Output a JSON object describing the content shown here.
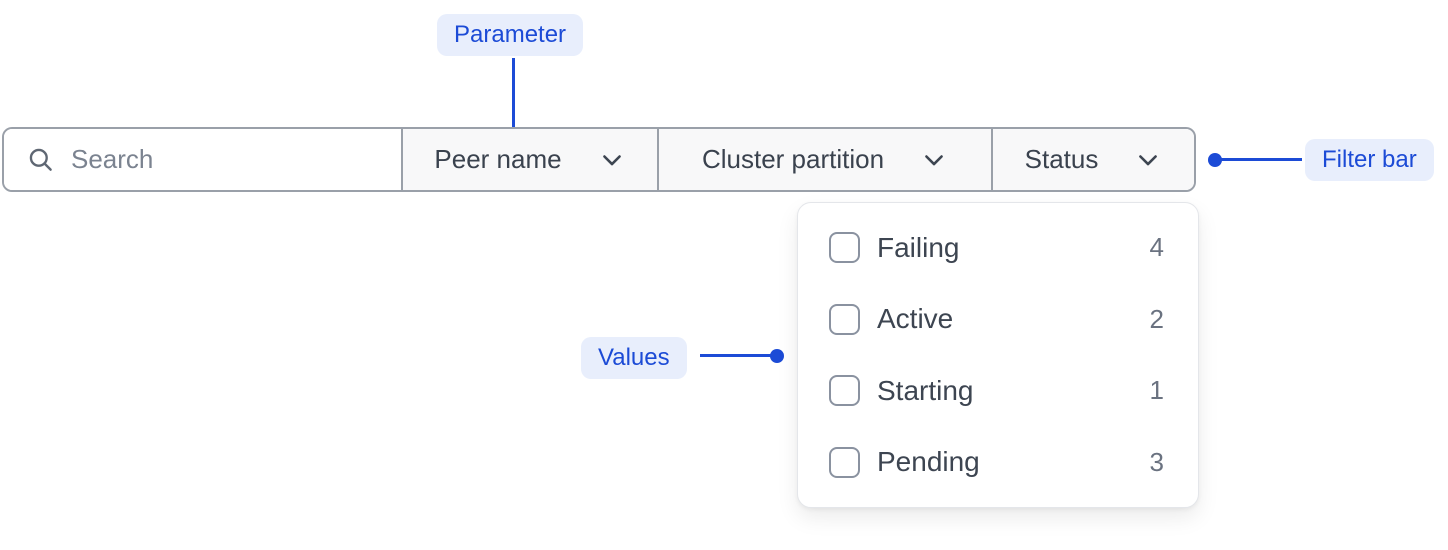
{
  "annotations": {
    "parameter": "Parameter",
    "filter_bar": "Filter bar",
    "values": "Values"
  },
  "filter_bar": {
    "search_placeholder": "Search",
    "parameters": [
      {
        "label": "Peer name"
      },
      {
        "label": "Cluster partition"
      },
      {
        "label": "Status"
      }
    ]
  },
  "status_dropdown": {
    "options": [
      {
        "label": "Failing",
        "count": "4",
        "checked": false
      },
      {
        "label": "Active",
        "count": "2",
        "checked": false
      },
      {
        "label": "Starting",
        "count": "1",
        "checked": false
      },
      {
        "label": "Pending",
        "count": "3",
        "checked": false
      }
    ]
  },
  "colors": {
    "accent": "#1c4bd6",
    "annotation_pill_bg": "#e8eefc",
    "bar_border": "#9aa0a9",
    "segment_bg": "#f8f8f9",
    "panel_border": "#e4e6ea",
    "text_primary": "#3d4551",
    "text_secondary": "#6a7280"
  }
}
